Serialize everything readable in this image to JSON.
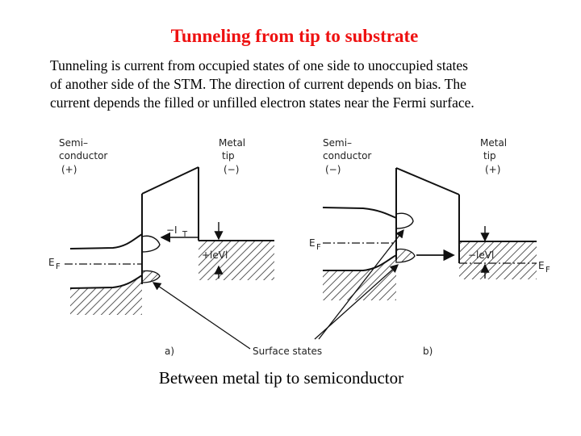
{
  "slide": {
    "title": "Tunneling from tip to substrate",
    "paragraph_lines": [
      "Tunneling is current from occupied states of one side to unoccupied states",
      "of another side of the STM. The direction of current depends on bias. The",
      "current depends the filled or unfilled electron states near the Fermi surface."
    ],
    "caption": "Between metal tip to semiconductor",
    "title_color": "#ee1111"
  },
  "figure": {
    "panel_a": {
      "semiconductor_label_1": "Semi–",
      "semiconductor_label_2": "conductor",
      "semiconductor_sign": "(+)",
      "tip_label_1": "Metal",
      "tip_label_2": "tip",
      "tip_sign": "(−)",
      "current_label": "−I",
      "current_sub": "T",
      "bias_label": "+leVl",
      "fermi_label": "E",
      "fermi_sub": "F",
      "panel_letter": "a)"
    },
    "panel_b": {
      "semiconductor_label_1": "Semi–",
      "semiconductor_label_2": "conductor",
      "semiconductor_sign": "(−)",
      "tip_label_1": "Metal",
      "tip_label_2": "tip",
      "tip_sign": "(+)",
      "bias_label": "−leVl",
      "fermi_left_label": "E",
      "fermi_left_sub": "F",
      "fermi_right_label": "E",
      "fermi_right_sub": "F",
      "panel_letter": "b)"
    },
    "surface_states_label": "Surface states"
  }
}
